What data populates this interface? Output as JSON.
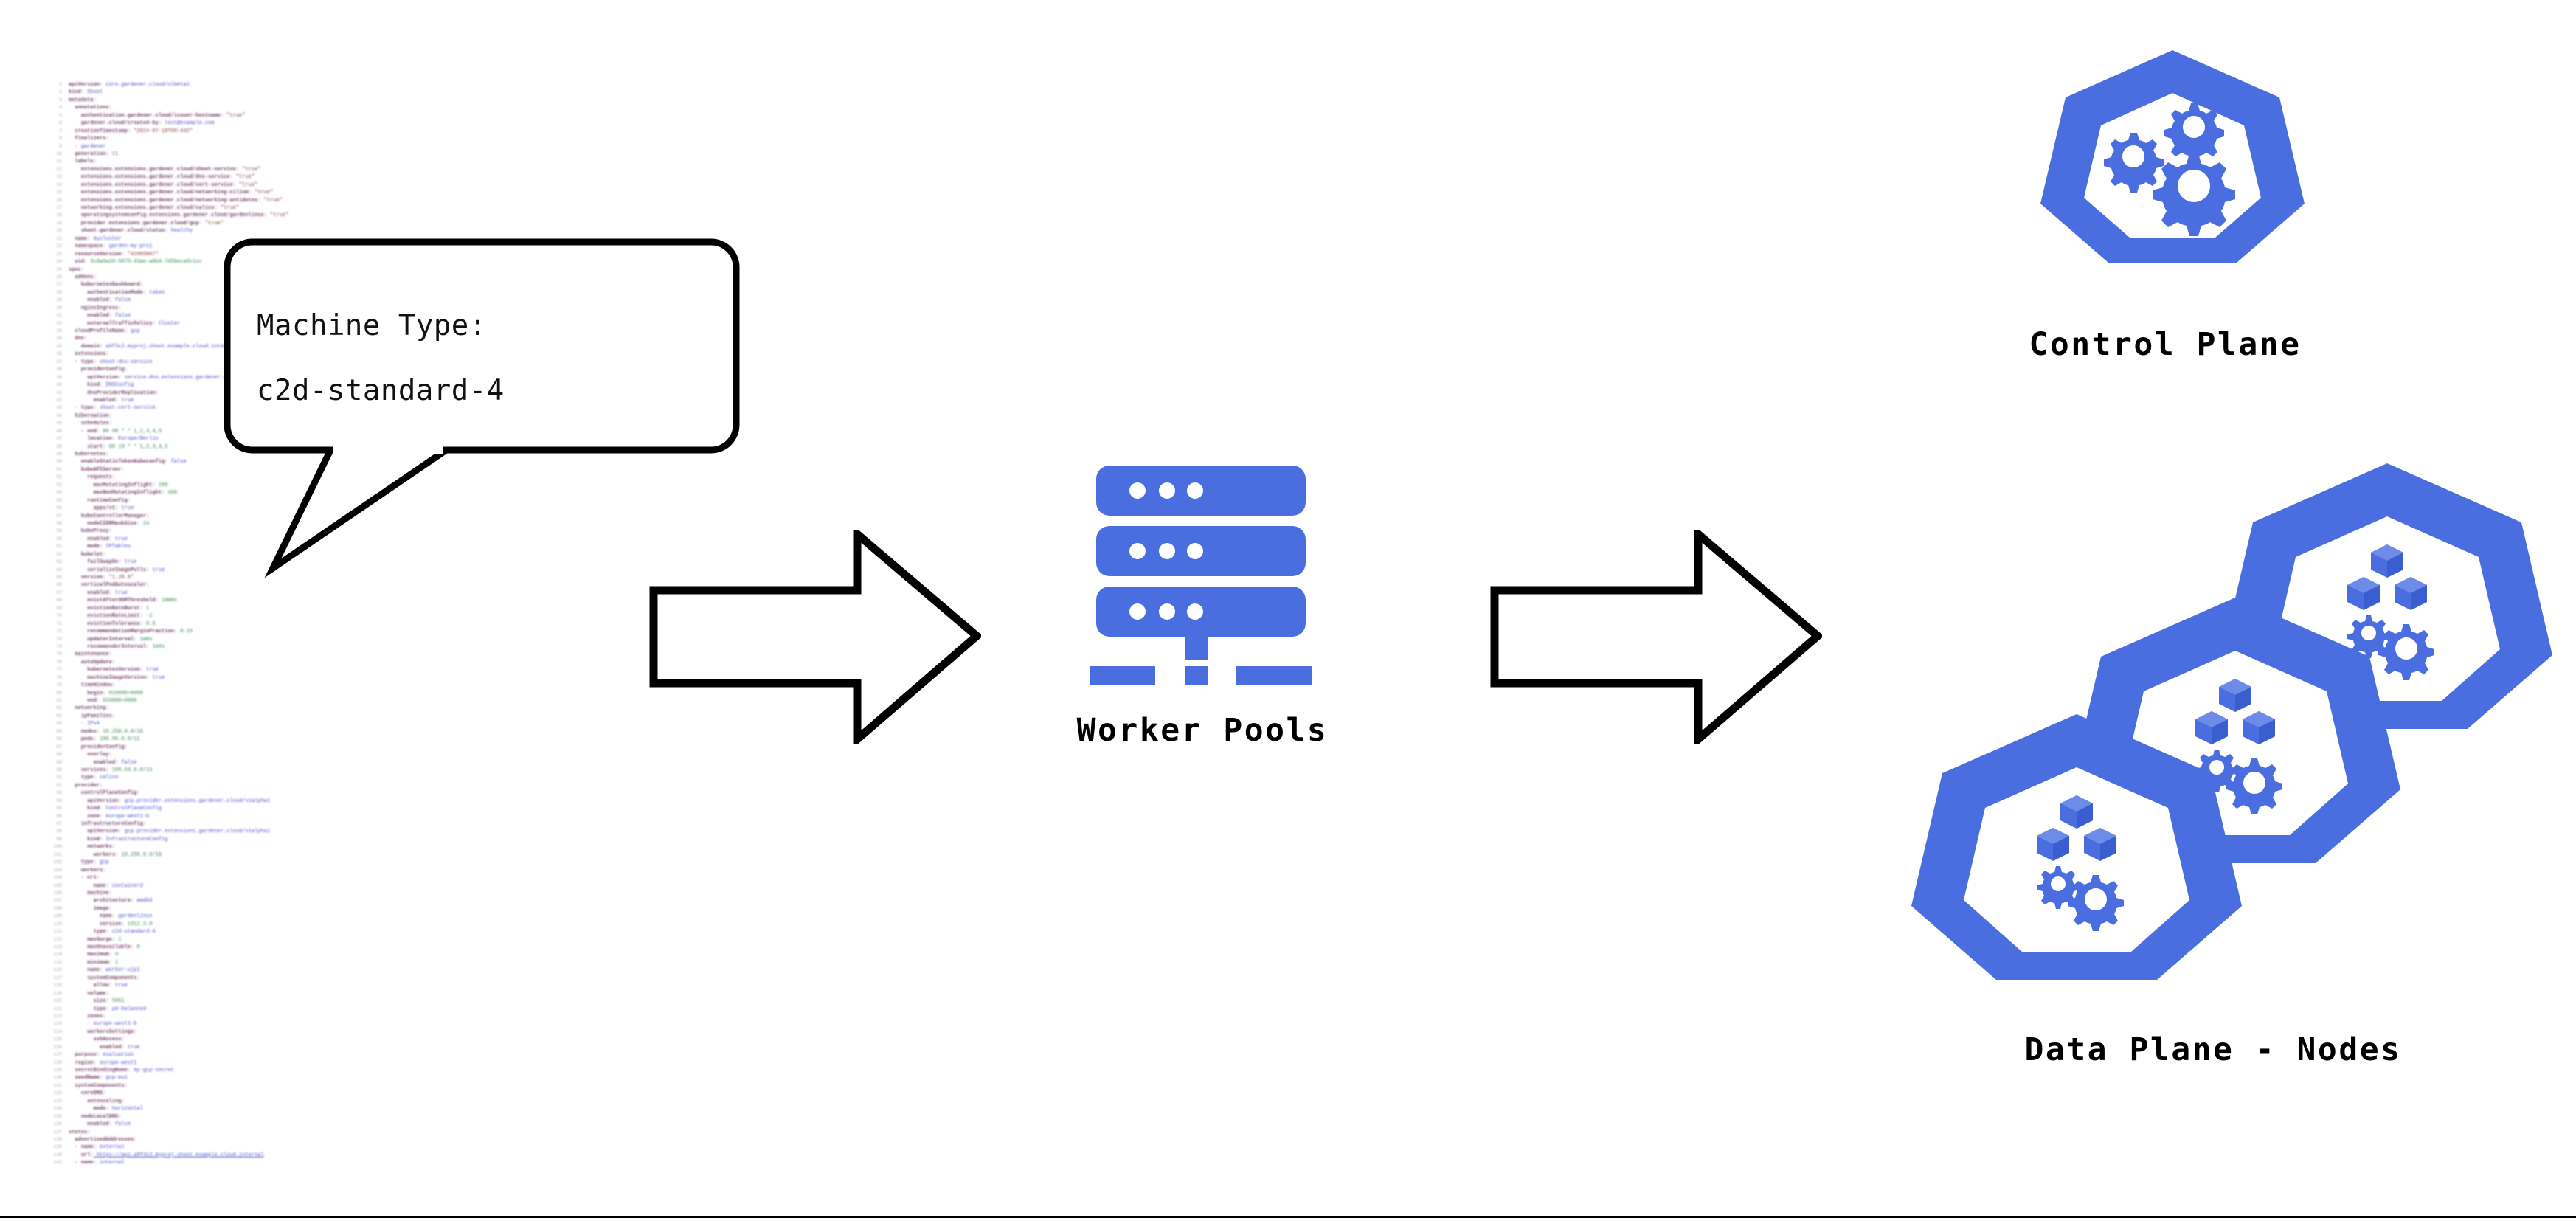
{
  "page": {
    "background": "#ffffff",
    "accent_blue": "#4a6ee0",
    "outline_black": "#000000"
  },
  "callout": {
    "line1": "Machine Type:",
    "line2": "c2d-standard-4"
  },
  "nodes": {
    "control_plane": {
      "label": "Control Plane",
      "icon": "kubernetes-gears-icon"
    },
    "worker_pools": {
      "label": "Worker Pools",
      "icon": "server-stack-icon"
    },
    "data_plane": {
      "label": "Data Plane - Nodes",
      "icon": "kubernetes-nodes-cluster-icon"
    }
  },
  "arrows": [
    {
      "name": "arrow-to-worker-pools",
      "direction": "right"
    },
    {
      "name": "arrow-to-data-plane",
      "direction": "right"
    }
  ],
  "code_panel": {
    "language": "yaml",
    "lines": [
      {
        "n": "1",
        "t": "apiVersion: core.gardener.cloud/v1beta1"
      },
      {
        "n": "2",
        "t": "kind: Shoot"
      },
      {
        "n": "3",
        "t": "metadata:"
      },
      {
        "n": "4",
        "t": "  annotations:"
      },
      {
        "n": "5",
        "t": "    authentication.gardener.cloud/issuer-hostname: \"true\""
      },
      {
        "n": "6",
        "t": "    gardener.cloud/created-by: test@example.com"
      },
      {
        "n": "7",
        "t": "  creationTimestamp: \"2024-07-18T09:44Z\""
      },
      {
        "n": "8",
        "t": "  finalizers:"
      },
      {
        "n": "9",
        "t": "  - gardener"
      },
      {
        "n": "10",
        "t": "  generation: 11"
      },
      {
        "n": "11",
        "t": "  labels:"
      },
      {
        "n": "12",
        "t": "    extensions.extensions.gardener.cloud/shoot-service: \"true\""
      },
      {
        "n": "13",
        "t": "    extensions.extensions.gardener.cloud/dns-service: \"true\""
      },
      {
        "n": "14",
        "t": "    extensions.extensions.gardener.cloud/cert-service: \"true\""
      },
      {
        "n": "15",
        "t": "    extensions.extensions.gardener.cloud/networking-cilium: \"true\""
      },
      {
        "n": "16",
        "t": "    extensions.extensions.gardener.cloud/networking-antidotes: \"true\""
      },
      {
        "n": "17",
        "t": "    networking.extensions.gardener.cloud/calico: \"true\""
      },
      {
        "n": "18",
        "t": "    operatingsystemconfig.extensions.gardener.cloud/gardenlinux: \"true\""
      },
      {
        "n": "19",
        "t": "    provider.extensions.gardener.cloud/gcp: \"true\""
      },
      {
        "n": "20",
        "t": "    shoot.gardener.cloud/status: healthy"
      },
      {
        "n": "21",
        "t": "  name: mycluster"
      },
      {
        "n": "22",
        "t": "  namespace: garden-my-proj"
      },
      {
        "n": "23",
        "t": "  resourceVersion: \"42985067\""
      },
      {
        "n": "24",
        "t": "  uid: 5c8a9a20-5875-43ae-a8b4-7d5beca5c1cc"
      },
      {
        "n": "25",
        "t": "spec:"
      },
      {
        "n": "26",
        "t": "  addons:"
      },
      {
        "n": "27",
        "t": "    kubernetesDashboard:"
      },
      {
        "n": "28",
        "t": "      authenticationMode: token"
      },
      {
        "n": "29",
        "t": "      enabled: false"
      },
      {
        "n": "30",
        "t": "    nginxIngress:"
      },
      {
        "n": "31",
        "t": "      enabled: false"
      },
      {
        "n": "32",
        "t": "      externalTrafficPolicy: Cluster"
      },
      {
        "n": "33",
        "t": "  cloudProfileName: gcp"
      },
      {
        "n": "34",
        "t": "  dns:"
      },
      {
        "n": "35",
        "t": "    domain: a9f3c2.myproj.shoot.example.cloud.internal"
      },
      {
        "n": "36",
        "t": "  extensions:"
      },
      {
        "n": "37",
        "t": "  - type: shoot-dns-service"
      },
      {
        "n": "38",
        "t": "    providerConfig:"
      },
      {
        "n": "39",
        "t": "      apiVersion: service.dns.extensions.gardener.cloud/v1alpha1"
      },
      {
        "n": "40",
        "t": "      kind: DNSConfig"
      },
      {
        "n": "41",
        "t": "      dnsProviderReplication:"
      },
      {
        "n": "42",
        "t": "        enabled: true"
      },
      {
        "n": "43",
        "t": "  - type: shoot-cert-service"
      },
      {
        "n": "44",
        "t": "  hibernation:"
      },
      {
        "n": "45",
        "t": "    schedules:"
      },
      {
        "n": "46",
        "t": "    - end: 00 08 * * 1,2,3,4,5"
      },
      {
        "n": "47",
        "t": "      location: Europe/Berlin"
      },
      {
        "n": "48",
        "t": "      start: 00 19 * * 1,2,3,4,5"
      },
      {
        "n": "49",
        "t": "  kubernetes:"
      },
      {
        "n": "50",
        "t": "    enableStaticTokenKubeconfig: false"
      },
      {
        "n": "51",
        "t": "    kubeAPIServer:"
      },
      {
        "n": "52",
        "t": "      requests:"
      },
      {
        "n": "53",
        "t": "        maxMutatingInflight: 200"
      },
      {
        "n": "54",
        "t": "        maxNonMutatingInflight: 400"
      },
      {
        "n": "55",
        "t": "      runtimeConfig:"
      },
      {
        "n": "56",
        "t": "        apps/v1: true"
      },
      {
        "n": "57",
        "t": "    kubeControllerManager:"
      },
      {
        "n": "58",
        "t": "      nodeCIDRMaskSize: 24"
      },
      {
        "n": "59",
        "t": "    kubeProxy:"
      },
      {
        "n": "60",
        "t": "      enabled: true"
      },
      {
        "n": "61",
        "t": "      mode: IPTables"
      },
      {
        "n": "62",
        "t": "    kubelet:"
      },
      {
        "n": "63",
        "t": "      failSwapOn: true"
      },
      {
        "n": "64",
        "t": "      serializeImagePulls: true"
      },
      {
        "n": "65",
        "t": "    version: \"1.28.9\""
      },
      {
        "n": "66",
        "t": "    verticalPodAutoscaler:"
      },
      {
        "n": "67",
        "t": "      enabled: true"
      },
      {
        "n": "68",
        "t": "      evictAfterOOMThreshold: 10m0s"
      },
      {
        "n": "69",
        "t": "      evictionRateBurst: 1"
      },
      {
        "n": "70",
        "t": "      evictionRateLimit: -1"
      },
      {
        "n": "71",
        "t": "      evictionTolerance: 0.5"
      },
      {
        "n": "72",
        "t": "      recommendationMarginFraction: 0.15"
      },
      {
        "n": "73",
        "t": "      updaterInterval: 1m0s"
      },
      {
        "n": "74",
        "t": "      recommenderInterval: 1m0s"
      },
      {
        "n": "75",
        "t": "  maintenance:"
      },
      {
        "n": "76",
        "t": "    autoUpdate:"
      },
      {
        "n": "77",
        "t": "      kubernetesVersion: true"
      },
      {
        "n": "78",
        "t": "      machineImageVersion: true"
      },
      {
        "n": "79",
        "t": "    timeWindow:"
      },
      {
        "n": "80",
        "t": "      begin: 010000+0000"
      },
      {
        "n": "81",
        "t": "      end: 020000+0000"
      },
      {
        "n": "82",
        "t": "  networking:"
      },
      {
        "n": "83",
        "t": "    ipFamilies:"
      },
      {
        "n": "84",
        "t": "    - IPv4"
      },
      {
        "n": "85",
        "t": "    nodes: 10.250.0.0/16"
      },
      {
        "n": "86",
        "t": "    pods: 100.96.0.0/11"
      },
      {
        "n": "87",
        "t": "    providerConfig:"
      },
      {
        "n": "88",
        "t": "      overlay:"
      },
      {
        "n": "89",
        "t": "        enabled: false"
      },
      {
        "n": "90",
        "t": "    services: 100.64.0.0/13"
      },
      {
        "n": "91",
        "t": "    type: calico"
      },
      {
        "n": "92",
        "t": "  provider:"
      },
      {
        "n": "93",
        "t": "    controlPlaneConfig:"
      },
      {
        "n": "94",
        "t": "      apiVersion: gcp.provider.extensions.gardener.cloud/v1alpha1"
      },
      {
        "n": "95",
        "t": "      kind: ControlPlaneConfig"
      },
      {
        "n": "96",
        "t": "      zone: europe-west1-b"
      },
      {
        "n": "97",
        "t": "    infrastructureConfig:"
      },
      {
        "n": "98",
        "t": "      apiVersion: gcp.provider.extensions.gardener.cloud/v1alpha1"
      },
      {
        "n": "99",
        "t": "      kind: InfrastructureConfig"
      },
      {
        "n": "100",
        "t": "      networks:"
      },
      {
        "n": "101",
        "t": "        workers: 10.250.0.0/16"
      },
      {
        "n": "102",
        "t": "    type: gcp"
      },
      {
        "n": "103",
        "t": "    workers:"
      },
      {
        "n": "104",
        "t": "    - cri:"
      },
      {
        "n": "105",
        "t": "        name: containerd"
      },
      {
        "n": "106",
        "t": "      machine:"
      },
      {
        "n": "107",
        "t": "        architecture: amd64"
      },
      {
        "n": "108",
        "t": "        image:"
      },
      {
        "n": "109",
        "t": "          name: gardenlinux"
      },
      {
        "n": "110",
        "t": "          version: 1312.3.0"
      },
      {
        "n": "111",
        "t": "        type: c2d-standard-4"
      },
      {
        "n": "112",
        "t": "      maxSurge: 1"
      },
      {
        "n": "113",
        "t": "      maxUnavailable: 0"
      },
      {
        "n": "114",
        "t": "      maximum: 4"
      },
      {
        "n": "115",
        "t": "      minimum: 1"
      },
      {
        "n": "116",
        "t": "      name: worker-ujp1"
      },
      {
        "n": "117",
        "t": "      systemComponents:"
      },
      {
        "n": "118",
        "t": "        allow: true"
      },
      {
        "n": "119",
        "t": "      volume:"
      },
      {
        "n": "120",
        "t": "        size: 50Gi"
      },
      {
        "n": "121",
        "t": "        type: pd-balanced"
      },
      {
        "n": "122",
        "t": "      zones:"
      },
      {
        "n": "123",
        "t": "      - europe-west1-b"
      },
      {
        "n": "124",
        "t": "      workersSettings:"
      },
      {
        "n": "125",
        "t": "        sshAccess:"
      },
      {
        "n": "126",
        "t": "          enabled: true"
      },
      {
        "n": "127",
        "t": "  purpose: evaluation"
      },
      {
        "n": "128",
        "t": "  region: europe-west1"
      },
      {
        "n": "129",
        "t": "  secretBindingName: my-gcp-secret"
      },
      {
        "n": "130",
        "t": "  seedName: gcp-eu1"
      },
      {
        "n": "131",
        "t": "  systemComponents:"
      },
      {
        "n": "132",
        "t": "    coreDNS:"
      },
      {
        "n": "133",
        "t": "      autoscaling:"
      },
      {
        "n": "134",
        "t": "        mode: horizontal"
      },
      {
        "n": "135",
        "t": "    nodeLocalDNS:"
      },
      {
        "n": "136",
        "t": "      enabled: false"
      },
      {
        "n": "137",
        "t": "status:"
      },
      {
        "n": "138",
        "t": "  advertisedAddresses:"
      },
      {
        "n": "139",
        "t": "  - name: external"
      },
      {
        "n": "140",
        "t": "    url: https://api.a9f3c2.myproj.shoot.example.cloud.internal"
      },
      {
        "n": "141",
        "t": "  - name: internal"
      }
    ]
  }
}
